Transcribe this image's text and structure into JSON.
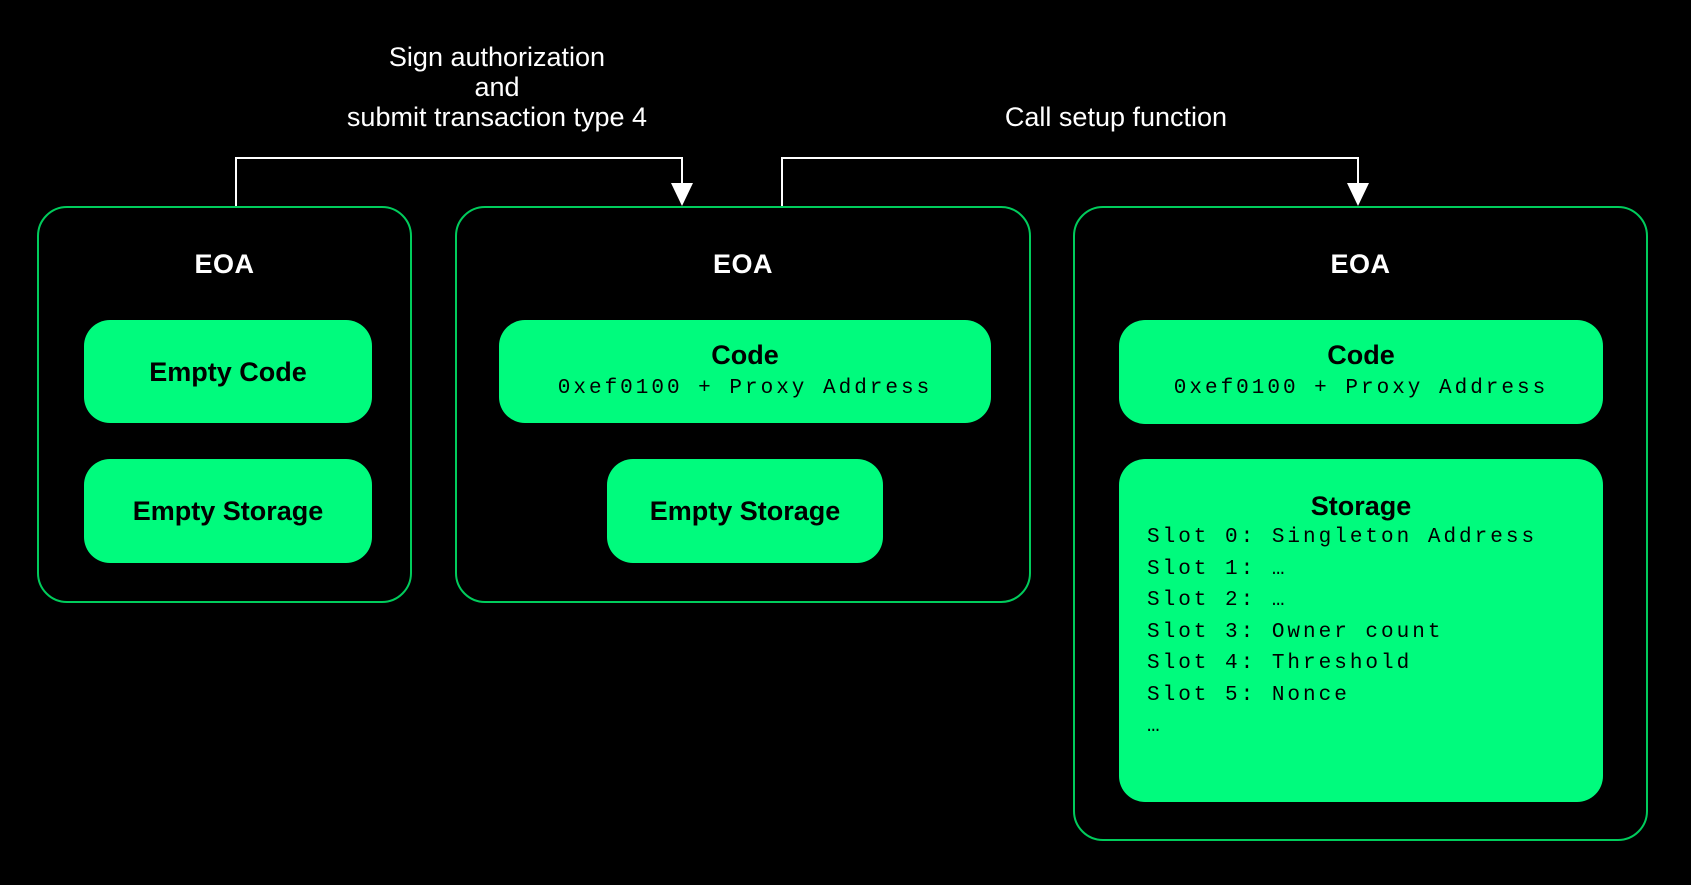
{
  "colors": {
    "background": "#000000",
    "box_border": "#00cc5c",
    "pill_fill": "#00fb7d",
    "pill_text": "#000000",
    "label_text": "#ffffff"
  },
  "arrows": [
    {
      "from": "EOA 1",
      "to": "EOA 2",
      "label_lines": [
        "Sign authorization",
        "and",
        "submit transaction type 4"
      ]
    },
    {
      "from": "EOA 2",
      "to": "EOA 3",
      "label": "Call setup function"
    }
  ],
  "boxes": [
    {
      "title": "EOA",
      "pills": [
        {
          "title": "Empty Code"
        },
        {
          "title": "Empty Storage"
        }
      ]
    },
    {
      "title": "EOA",
      "pills": [
        {
          "title": "Code",
          "code": "0xef0100 + Proxy Address"
        },
        {
          "title": "Empty Storage"
        }
      ]
    },
    {
      "title": "EOA",
      "pills": [
        {
          "title": "Code",
          "code": "0xef0100 + Proxy Address"
        },
        {
          "title": "Storage",
          "slots": [
            "Slot 0: Singleton Address",
            "Slot 1: …",
            "Slot 2: …",
            "Slot 3: Owner count",
            "Slot 4: Threshold",
            "Slot 5: Nonce",
            "…"
          ]
        }
      ]
    }
  ]
}
